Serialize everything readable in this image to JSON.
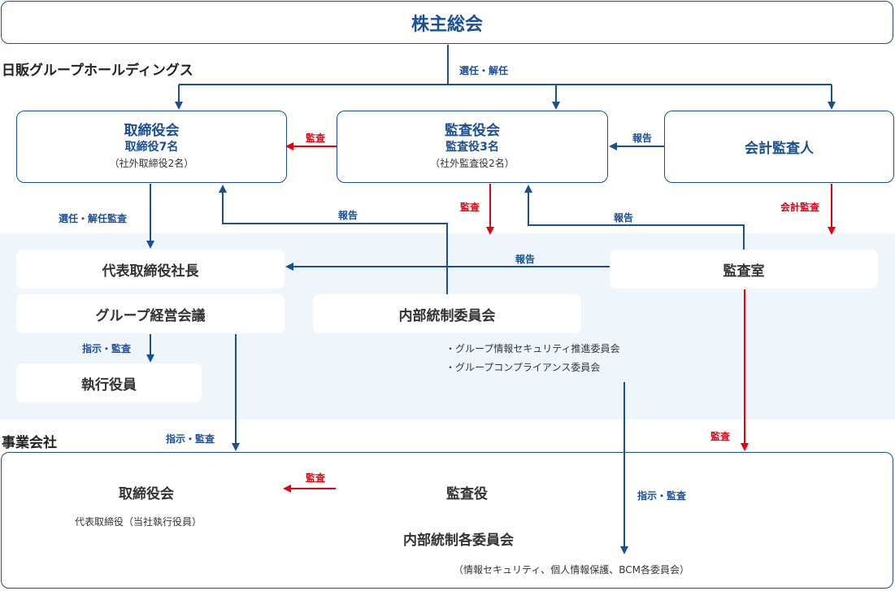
{
  "colors": {
    "blue": "#1a4f96",
    "red": "#e60012",
    "panel": "#eef6fc"
  },
  "shareholders": {
    "title": "株主総会"
  },
  "section_holding": "日販グループホールディングス",
  "section_business": "事業会社",
  "board": {
    "title": "取締役会",
    "line1": "取締役7名",
    "line2": "（社外取締役2名）"
  },
  "auditors": {
    "title": "監査役会",
    "line1": "監査役3名",
    "line2": "（社外監査役2名）"
  },
  "accounting_auditor": {
    "title": "会計監査人"
  },
  "inner": {
    "president": "代表取締役社長",
    "group_mgmt": "グループ経営会議",
    "executives": "執行役員",
    "internal_control": "内部統制委員会",
    "audit_office": "監査室",
    "committees": [
      "・グループ情報セキュリティ推進委員会",
      "・グループコンプライアンス委員会"
    ]
  },
  "business": {
    "board": "取締役会",
    "board_sub": "代表取締役（当社執行役員）",
    "auditor": "監査役",
    "committees": "内部統制各委員会",
    "committees_sub": "（情報セキュリティ、個人情報保護、BCM各委員会）"
  },
  "labels": {
    "elect": "選任・解任",
    "audit1": "監査",
    "report1": "報告",
    "elect_audit": "選任・解任監査",
    "report2": "報告",
    "audit2": "監査",
    "report3": "報告",
    "acct_audit": "会計監査",
    "report4": "報告",
    "instruct1": "指示・監査",
    "instruct2": "指示・監査",
    "audit3": "監査",
    "audit4": "監査",
    "instruct3": "指示・監査"
  }
}
